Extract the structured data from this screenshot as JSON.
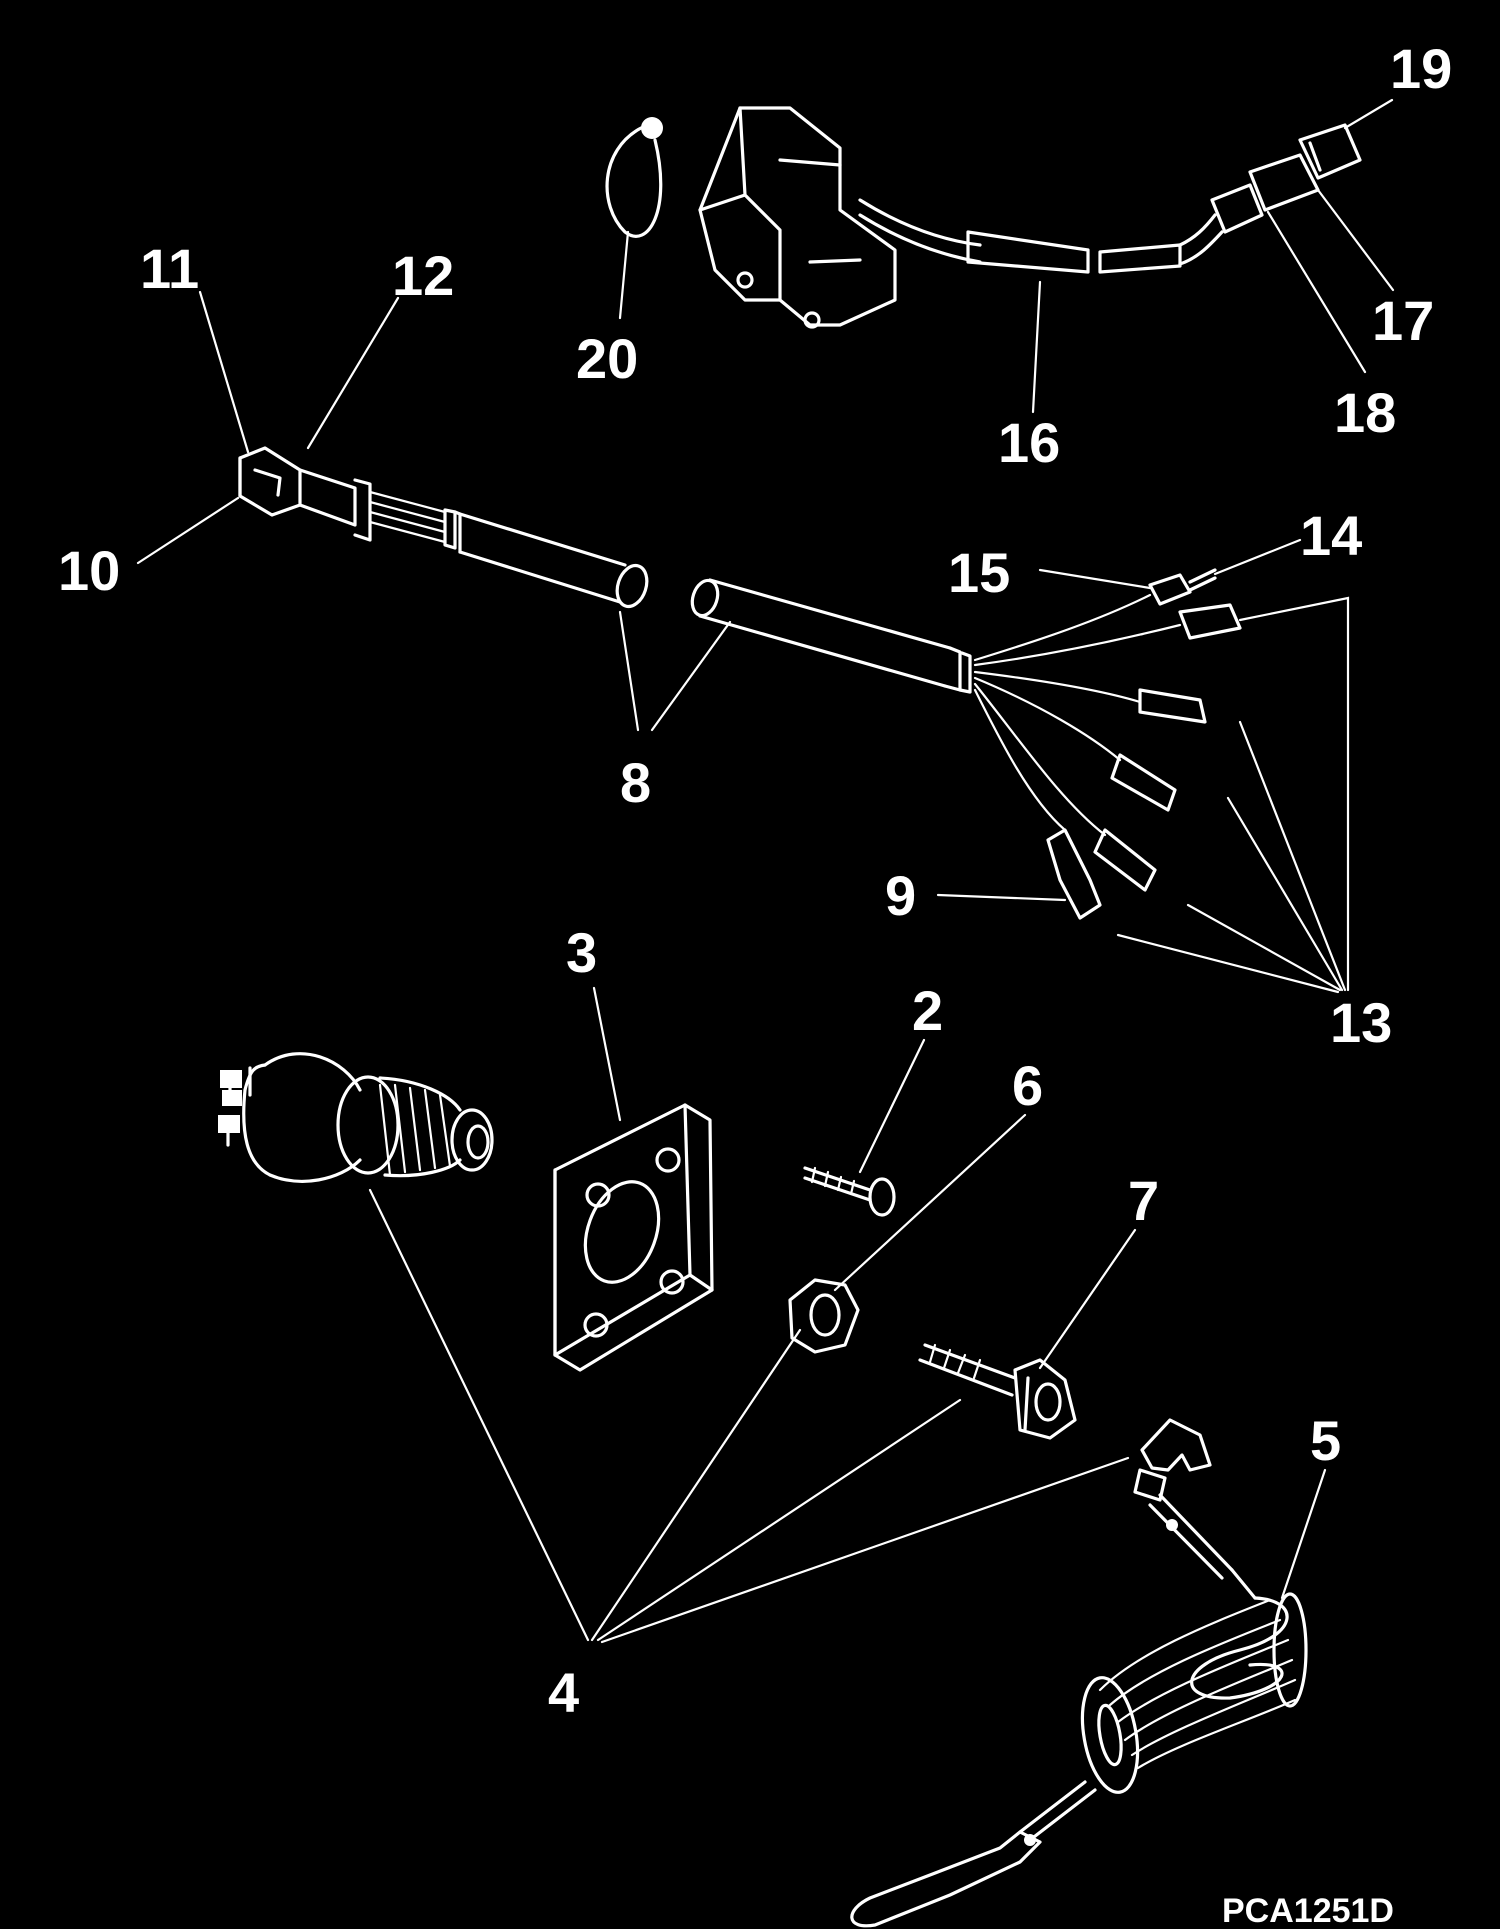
{
  "figure_code": "PCA1251D",
  "callouts": {
    "c2": "2",
    "c3": "3",
    "c4": "4",
    "c5": "5",
    "c6": "6",
    "c7": "7",
    "c8": "8",
    "c9": "9",
    "c10": "10",
    "c11": "11",
    "c12": "12",
    "c13": "13",
    "c14": "14",
    "c15": "15",
    "c16": "16",
    "c17": "17",
    "c18": "18",
    "c19": "19",
    "c20": "20"
  },
  "colors": {
    "background": "#000000",
    "line": "#ffffff"
  }
}
